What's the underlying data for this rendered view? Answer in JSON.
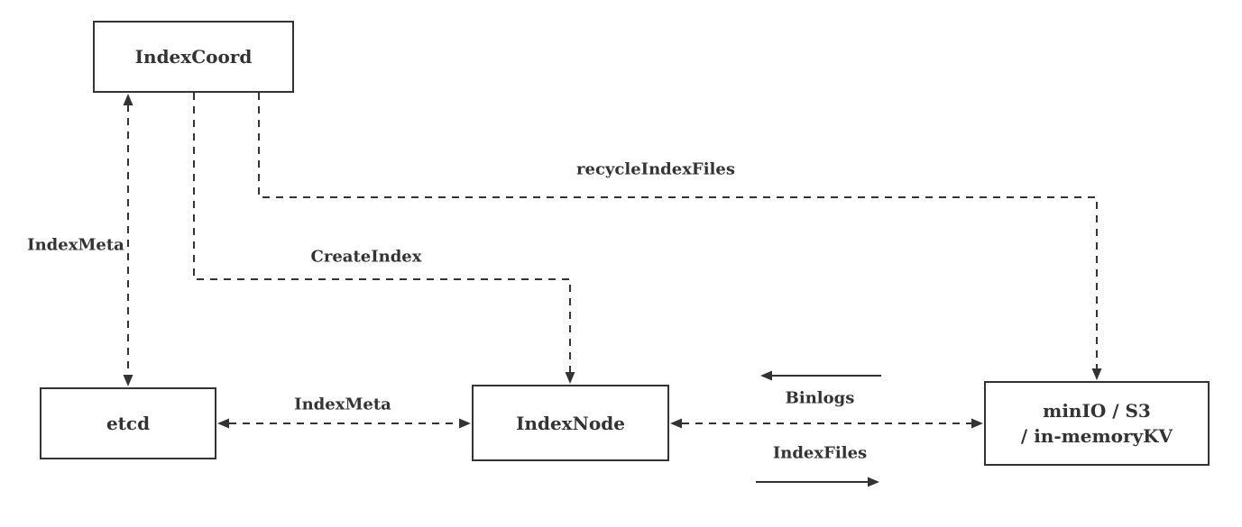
{
  "colors": {
    "background": "#ffffff",
    "stroke": "#333333",
    "text": "#333333"
  },
  "nodes": [
    {
      "id": "indexcoord",
      "label": "IndexCoord"
    },
    {
      "id": "etcd",
      "label": "etcd"
    },
    {
      "id": "indexnode",
      "label": "IndexNode"
    },
    {
      "id": "storage",
      "label": "minIO / S3\n/ in-memoryKV"
    }
  ],
  "edges": [
    {
      "from": "IndexCoord",
      "to": "etcd",
      "label": "IndexMeta",
      "style": "dashed",
      "arrows": "both"
    },
    {
      "from": "IndexCoord",
      "to": "IndexNode",
      "label": "CreateIndex",
      "style": "dashed",
      "arrows": "to"
    },
    {
      "from": "IndexCoord",
      "to": "minIO / S3 / in-memoryKV",
      "label": "recycleIndexFiles",
      "style": "dashed",
      "arrows": "to"
    },
    {
      "from": "etcd",
      "to": "IndexNode",
      "label": "IndexMeta",
      "style": "dashed",
      "arrows": "both"
    },
    {
      "from": "IndexNode",
      "to": "minIO / S3 / in-memoryKV",
      "label": "",
      "style": "dashed",
      "arrows": "both"
    },
    {
      "from": "minIO / S3 / in-memoryKV",
      "to": "IndexNode",
      "label": "Binlogs",
      "style": "solid",
      "arrows": "to"
    },
    {
      "from": "IndexNode",
      "to": "minIO / S3 / in-memoryKV",
      "label": "IndexFiles",
      "style": "solid",
      "arrows": "to"
    }
  ]
}
